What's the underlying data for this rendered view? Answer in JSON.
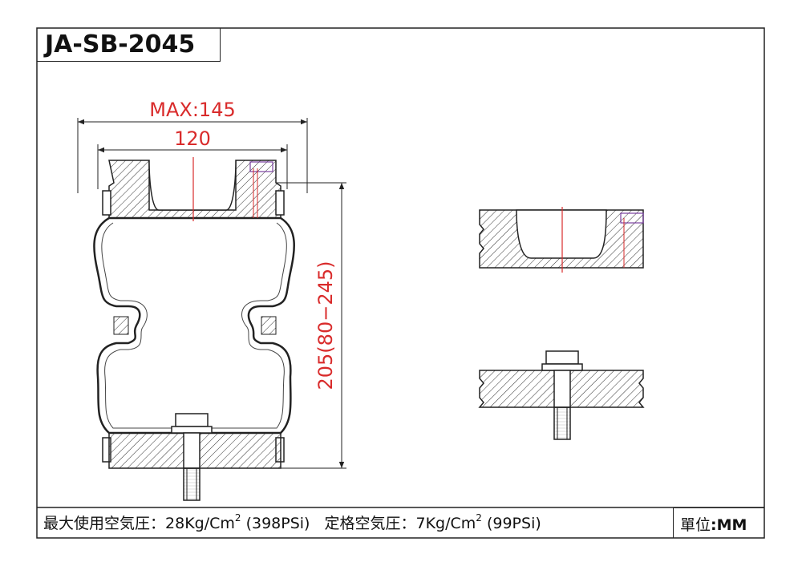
{
  "title": {
    "part_number": "JA-SB-2045"
  },
  "dimensions": {
    "max_width": "MAX:145",
    "plate_width": "120",
    "height": "205(80−245)"
  },
  "specs": {
    "max_pressure_label": "最大使用空気圧：",
    "max_pressure_value": "28Kg/Cm",
    "max_pressure_exp": "2",
    "max_pressure_psi": " (398PSi)",
    "rated_pressure_label": "定格空気圧：",
    "rated_pressure_value": "7Kg/Cm",
    "rated_pressure_exp": "2",
    "rated_pressure_psi": " (99PSi)"
  },
  "units": {
    "label": "單位",
    "separator": ":",
    "value": "MM"
  },
  "colors": {
    "dimension": "#d92b2b",
    "line": "#222222",
    "accent": "#7a3fa0"
  },
  "icons": [
    "hex-bolt-icon",
    "hatch-pattern"
  ]
}
